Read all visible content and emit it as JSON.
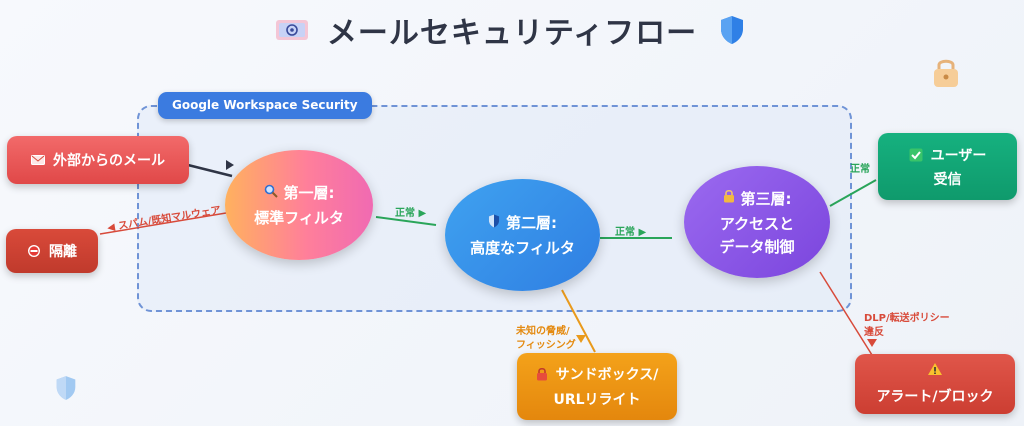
{
  "title": "メールセキュリティフロー",
  "boundary_label": "Google Workspace Security",
  "colors": {
    "green": "#2aa55a",
    "red": "#d84a3a",
    "orange": "#e99a1c",
    "blue": "#3b7be0"
  },
  "nodes": {
    "incoming": {
      "label": "外部からのメール",
      "icon": "envelope-icon"
    },
    "quarantine": {
      "label": "隔離",
      "icon": "no-entry-icon"
    },
    "layer1": {
      "line1": "第一層:",
      "line2": "標準フィルタ",
      "icon": "magnifier-icon"
    },
    "layer2": {
      "line1": "第二層:",
      "line2": "高度なフィルタ",
      "icon": "shield-icon"
    },
    "layer3": {
      "line1": "第三層:",
      "line2": "アクセスと",
      "line3": "データ制御",
      "icon": "lock-icon"
    },
    "user": {
      "line1": "ユーザー",
      "line2": "受信",
      "icon": "checkmark-icon"
    },
    "sandbox": {
      "line1": "サンドボックス/",
      "line2": "URLリライト",
      "icon": "lock-icon"
    },
    "alert": {
      "label": "アラート/ブロック",
      "icon": "warning-icon"
    }
  },
  "edge_labels": {
    "spam": "◀ スパム/既知マルウェア",
    "normal1": "正常 ▶",
    "normal2": "正常 ▶",
    "normal3": "正常",
    "unknown_line1": "未知の脅威/",
    "unknown_line2": "フィッシング",
    "dlp_line1": "DLP/転送ポリシー",
    "dlp_line2": "違反"
  }
}
